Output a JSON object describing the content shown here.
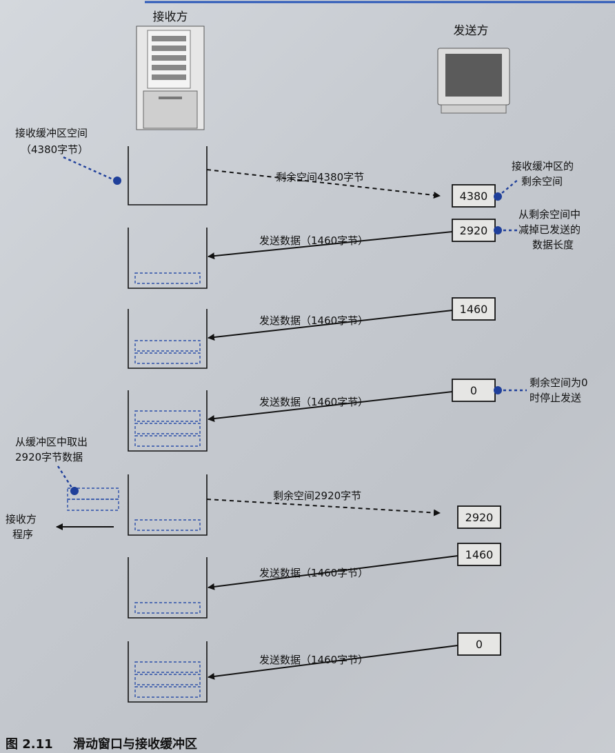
{
  "labels": {
    "receiver": "接收方",
    "sender": "发送方",
    "recv_buffer": "接收缓冲区空间",
    "recv_buffer_size": "（4380字节）",
    "remaining_note_1": "接收缓冲区的",
    "remaining_note_2": "剩余空间",
    "subtract_note_1": "从剩余空间中",
    "subtract_note_2": "减掉已发送的",
    "subtract_note_3": "数据长度",
    "stop_note_1": "剩余空间为0",
    "stop_note_2": "时停止发送",
    "take_note_1": "从缓冲区中取出",
    "take_note_2": "2920字节数据",
    "receiver_app_1": "接收方",
    "receiver_app_2": "程序",
    "caption_num": "图 2.11",
    "caption_title": "滑动窗口与接收缓冲区"
  },
  "arrows": [
    "剩余空间4380字节",
    "发送数据（1460字节）",
    "发送数据（1460字节）",
    "发送数据（1460字节）",
    "剩余空间2920字节",
    "发送数据（1460字节）",
    "发送数据（1460字节）"
  ],
  "window_values": [
    "4380",
    "2920",
    "1460",
    "0",
    "2920",
    "1460",
    "0"
  ],
  "colors": {
    "accent": "#1f3f9a",
    "ink": "#111111"
  }
}
